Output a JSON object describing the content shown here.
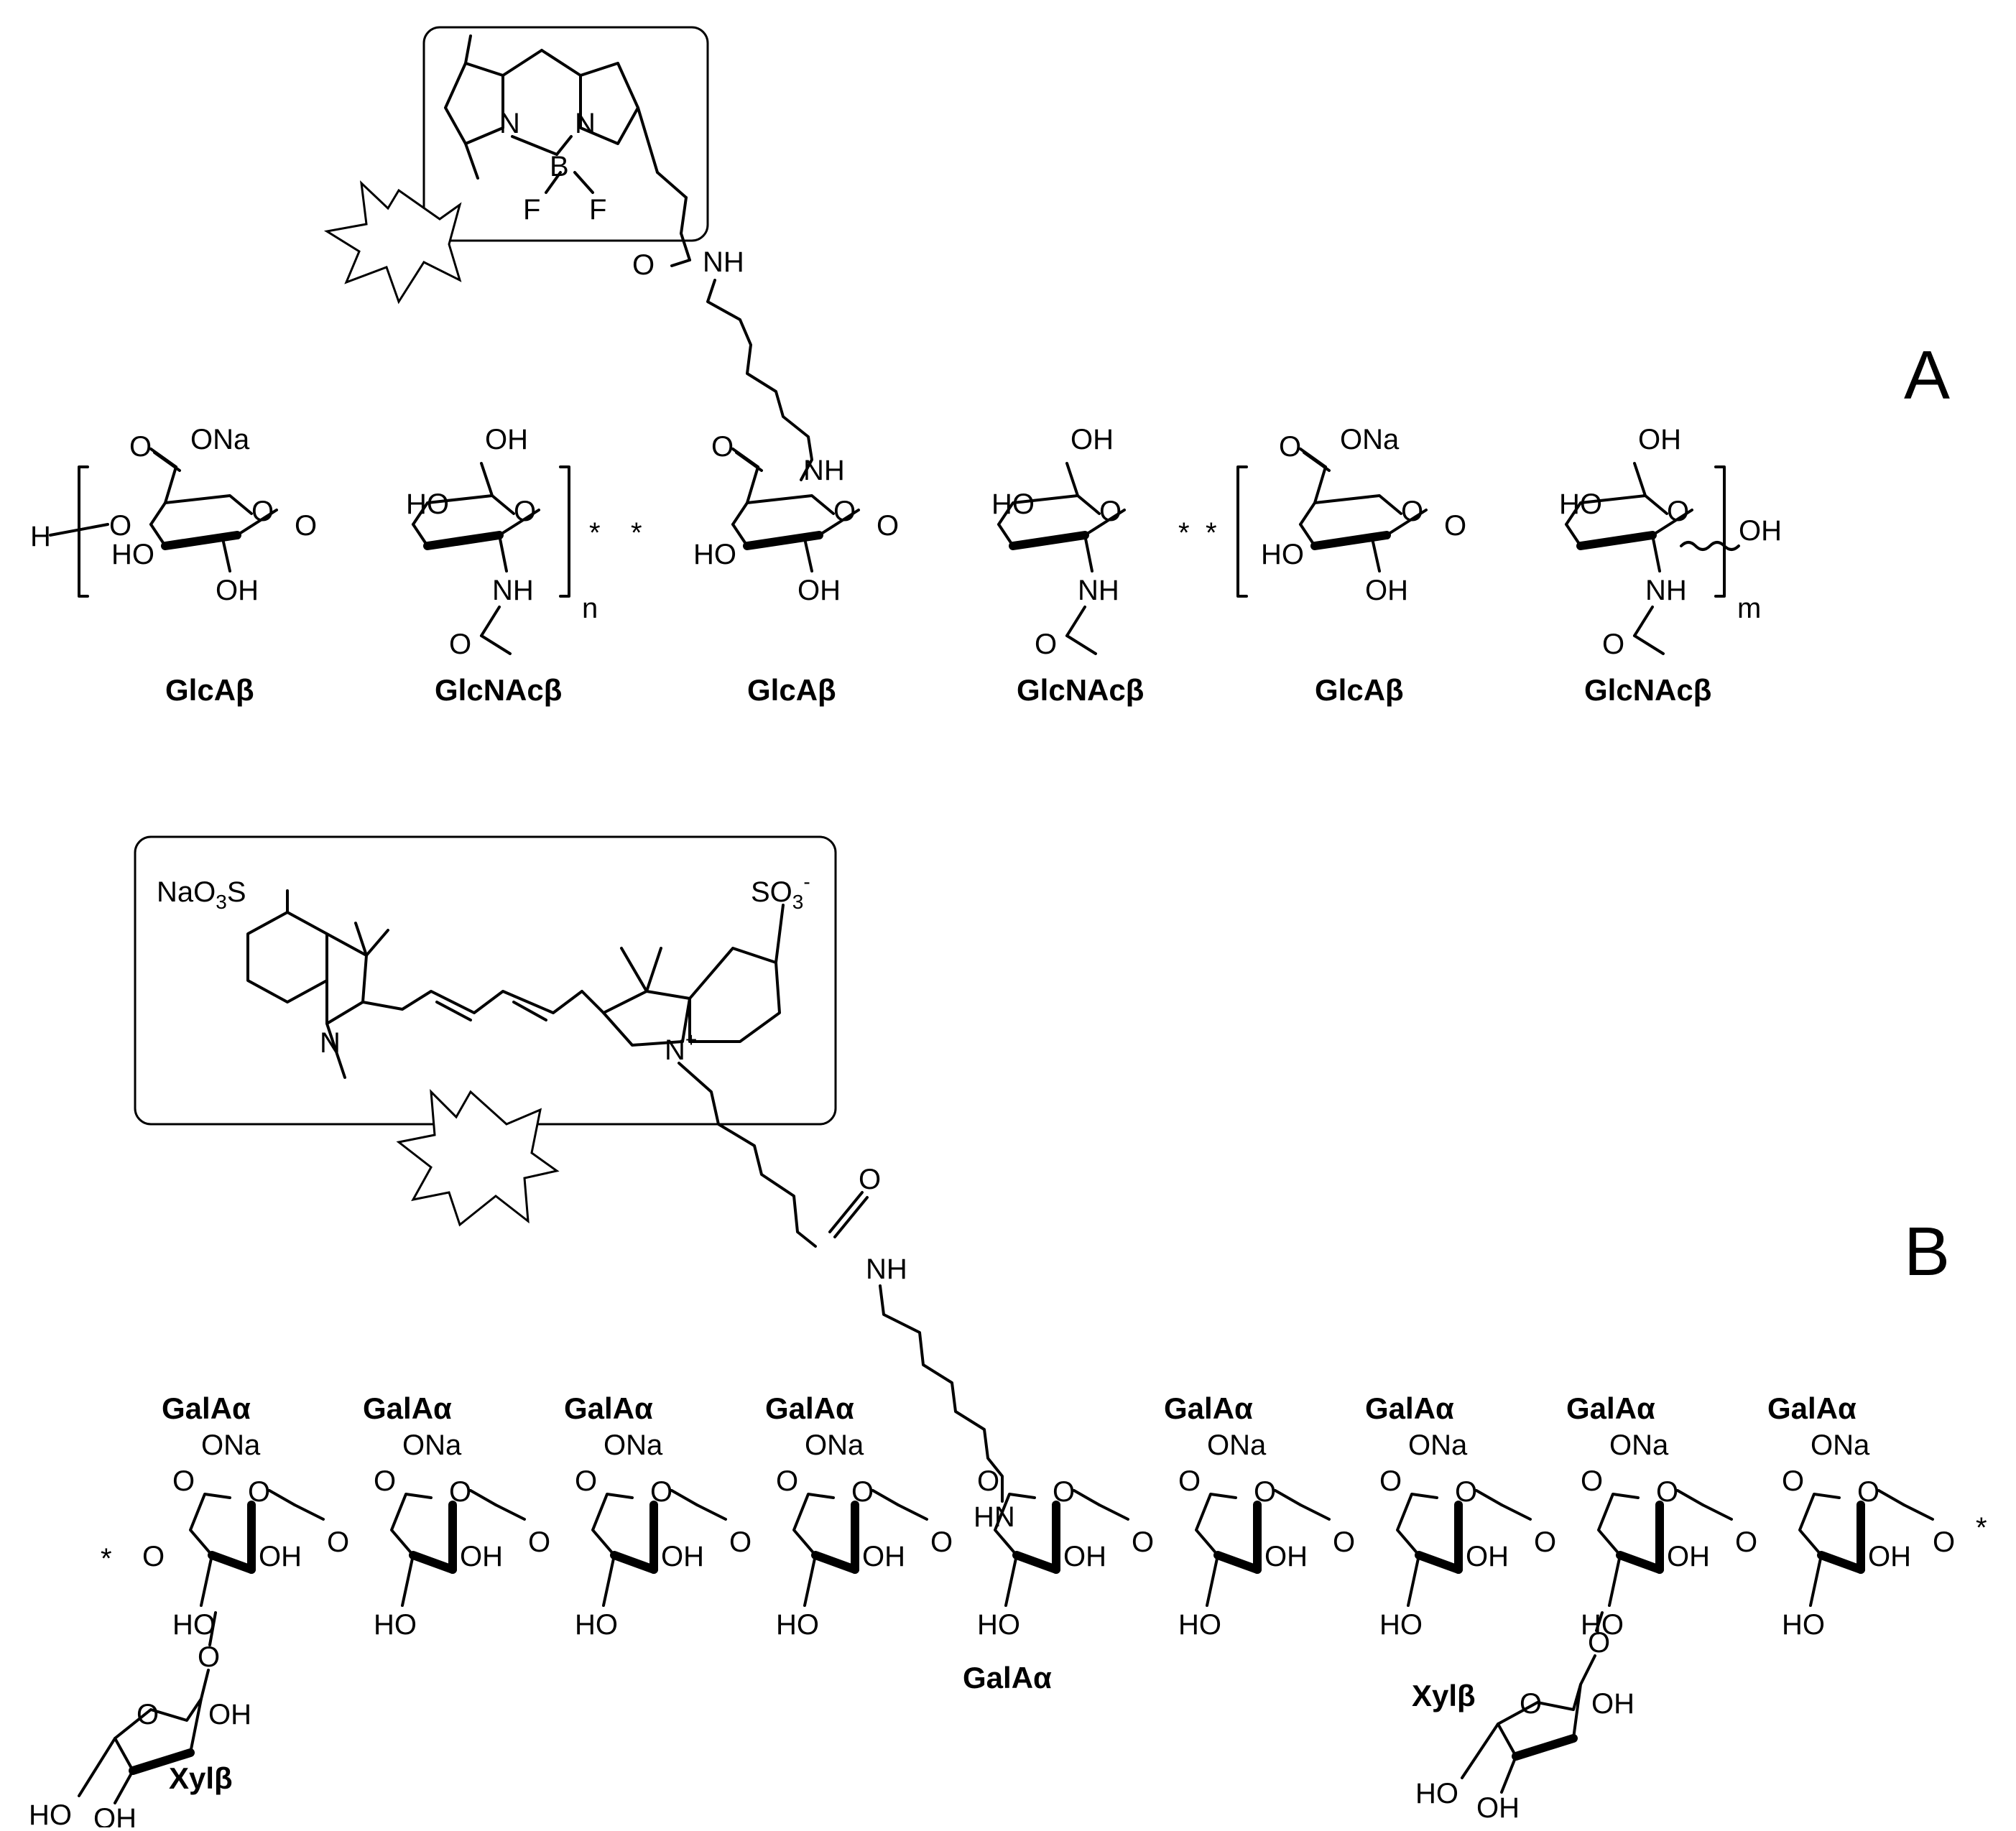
{
  "panels": [
    {
      "letter": "A"
    },
    {
      "letter": "B"
    }
  ],
  "panel_a": {
    "dye": {
      "B": "B",
      "F": "F",
      "N": "N"
    },
    "linker": {
      "O": "O",
      "NH": "NH"
    },
    "atoms": {
      "H": "H",
      "O": "O",
      "OH": "OH",
      "HO": "HO",
      "ONa": "ONa",
      "NH": "NH",
      "star": "*"
    },
    "repeats": {
      "n": "n",
      "m": "m"
    },
    "residues": [
      "GlcAβ",
      "GlcNAcβ",
      "GlcAβ",
      "GlcNAcβ",
      "GlcAβ",
      "GlcNAcβ"
    ]
  },
  "panel_b": {
    "dye": {
      "NaO3S_main": "NaO",
      "NaO3S_sub": "3",
      "NaO3S_tail": "S",
      "SO3_main": "SO",
      "SO3_sub": "3",
      "SO3_sup": "-",
      "N": "N",
      "N_plus": "N",
      "plus": "+"
    },
    "linker": {
      "O": "O",
      "NH": "NH",
      "HN": "HN"
    },
    "atoms": {
      "O": "O",
      "OH": "OH",
      "HO": "HO",
      "ONa": "ONa",
      "star": "*"
    },
    "residues_top": [
      "GalAα",
      "GalAα",
      "GalAα",
      "GalAα",
      "GalAα",
      "GalAα",
      "GalAα",
      "GalAα"
    ],
    "residue_center": "GalAα",
    "side_residues": [
      "Xylβ",
      "Xylβ"
    ]
  }
}
